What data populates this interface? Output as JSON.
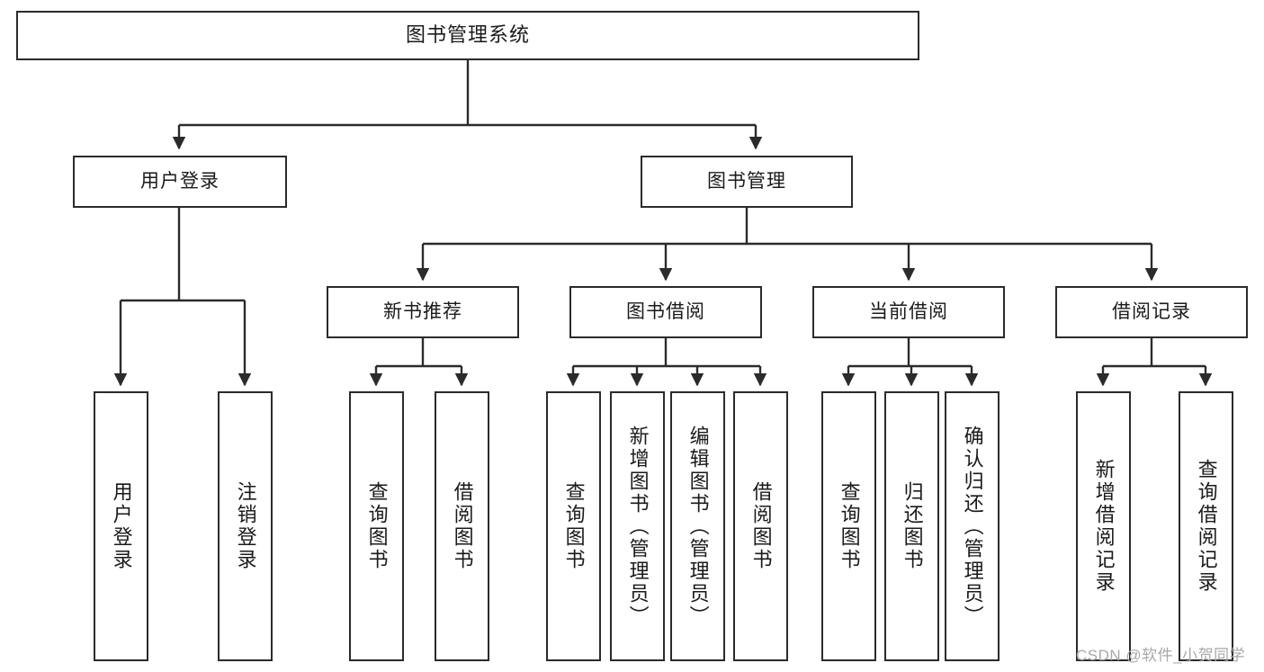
{
  "diagram": {
    "title": "图书管理系统",
    "type": "tree",
    "watermark": "CSDN @软件_小贺同学",
    "stroke_color": "#2b2b2b",
    "fill_color": "#ffffff",
    "text_color": "#1a1a1a",
    "watermark_color": "#a8a8a8"
  },
  "nodes": {
    "root": {
      "label": "图书管理系统"
    },
    "level2": [
      {
        "id": "user-login",
        "label": "用户登录"
      },
      {
        "id": "book-management",
        "label": "图书管理"
      }
    ],
    "level3": [
      {
        "id": "new-book-recommend",
        "label": "新书推荐"
      },
      {
        "id": "book-borrow",
        "label": "图书借阅"
      },
      {
        "id": "current-borrow",
        "label": "当前借阅"
      },
      {
        "id": "borrow-record",
        "label": "借阅记录"
      }
    ],
    "leaves": [
      {
        "id": "leaf-user-login",
        "label": "用户登录",
        "parent": "user-login"
      },
      {
        "id": "leaf-logout-login",
        "label": "注销登录",
        "parent": "user-login"
      },
      {
        "id": "leaf-query-book-1",
        "label": "查询图书",
        "parent": "new-book-recommend"
      },
      {
        "id": "leaf-borrow-book-1",
        "label": "借阅图书",
        "parent": "new-book-recommend"
      },
      {
        "id": "leaf-query-book-2",
        "label": "查询图书",
        "parent": "book-borrow"
      },
      {
        "id": "leaf-add-book",
        "label": "新增图书（管理员）",
        "parent": "book-borrow"
      },
      {
        "id": "leaf-edit-book",
        "label": "编辑图书（管理员）",
        "parent": "book-borrow"
      },
      {
        "id": "leaf-borrow-book-2",
        "label": "借阅图书",
        "parent": "book-borrow"
      },
      {
        "id": "leaf-query-book-3",
        "label": "查询图书",
        "parent": "current-borrow"
      },
      {
        "id": "leaf-return-book",
        "label": "归还图书",
        "parent": "current-borrow"
      },
      {
        "id": "leaf-confirm-return",
        "label": "确认归还（管理员）",
        "parent": "current-borrow"
      },
      {
        "id": "leaf-add-record",
        "label": "新增借阅记录",
        "parent": "borrow-record"
      },
      {
        "id": "leaf-query-record",
        "label": "查询借阅记录",
        "parent": "borrow-record"
      }
    ]
  }
}
